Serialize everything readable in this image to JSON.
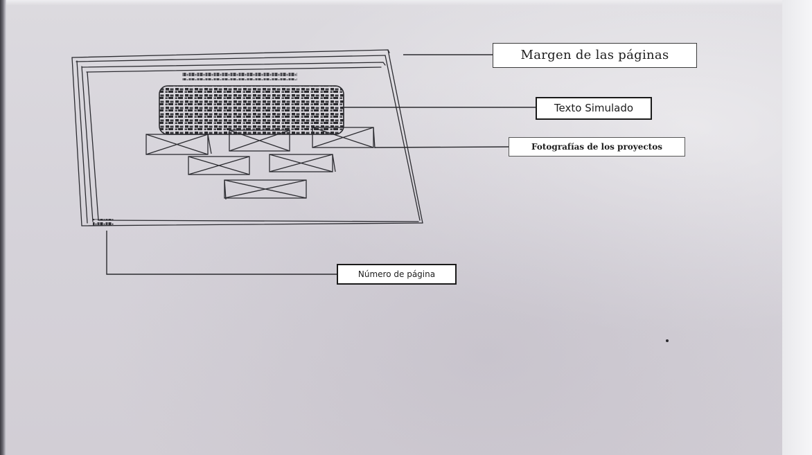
{
  "labels": {
    "page_margin": "Margen de las páginas",
    "simulated_text": "Texto Simulado",
    "project_photos": "Fotografías de los proyectos",
    "page_number": "Número de página"
  },
  "colors": {
    "paper": "#d8d5dc",
    "ink": "#2a2a2e",
    "label_background": "#ffffff"
  }
}
